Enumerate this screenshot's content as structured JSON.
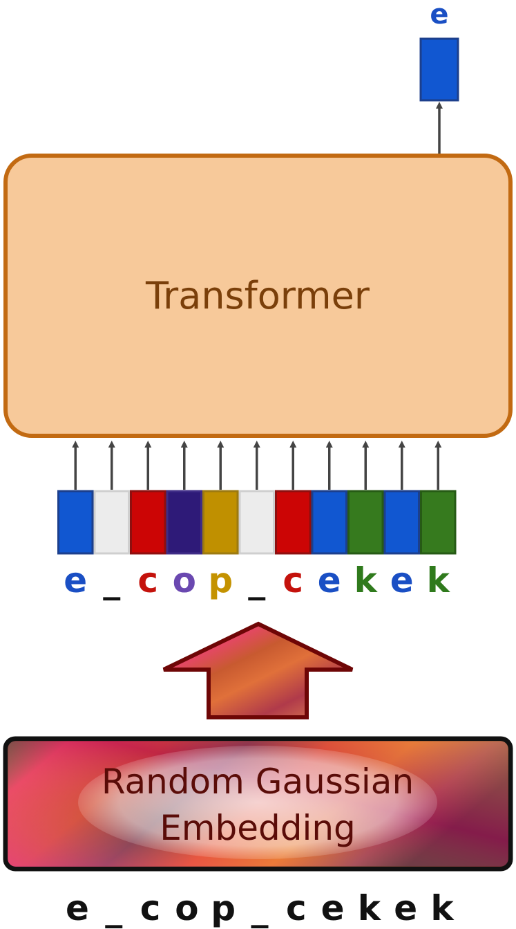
{
  "output_token": {
    "letter": "e",
    "color": "#1a4fc4",
    "fill": "#1157d1",
    "stroke": "#1c3f8c"
  },
  "transformer": {
    "label": "Transformer",
    "fill": "#f7c99a",
    "stroke": "#c26a12"
  },
  "tokens": [
    {
      "letter": "e",
      "color": "#1a4fc4",
      "fill": "#1157d1",
      "stroke": "#1c3f8c"
    },
    {
      "letter": "_",
      "color": "#111111",
      "fill": "#ececec",
      "stroke": "#cfcfcf"
    },
    {
      "letter": "c",
      "color": "#c4120c",
      "fill": "#cc0505",
      "stroke": "#8e0f0f"
    },
    {
      "letter": "o",
      "color": "#6a48b0",
      "fill": "#2e1a78",
      "stroke": "#3f2c86"
    },
    {
      "letter": "p",
      "color": "#c49200",
      "fill": "#c09000",
      "stroke": "#9c7a10"
    },
    {
      "letter": "_",
      "color": "#111111",
      "fill": "#ececec",
      "stroke": "#cfcfcf"
    },
    {
      "letter": "c",
      "color": "#c4120c",
      "fill": "#cc0505",
      "stroke": "#8e0f0f"
    },
    {
      "letter": "e",
      "color": "#1a4fc4",
      "fill": "#1157d1",
      "stroke": "#1c3f8c"
    },
    {
      "letter": "k",
      "color": "#2f7a1c",
      "fill": "#367a1e",
      "stroke": "#265a15"
    },
    {
      "letter": "e",
      "color": "#1a4fc4",
      "fill": "#1157d1",
      "stroke": "#1c3f8c"
    },
    {
      "letter": "k",
      "color": "#2f7a1c",
      "fill": "#367a1e",
      "stroke": "#265a15"
    }
  ],
  "embedding": {
    "line1": "Random Gaussian",
    "line2": "Embedding"
  },
  "input_sequence": [
    "e",
    "_",
    "c",
    "o",
    "p",
    "_",
    "c",
    "e",
    "k",
    "e",
    "k"
  ],
  "arrow_color": "#444444"
}
